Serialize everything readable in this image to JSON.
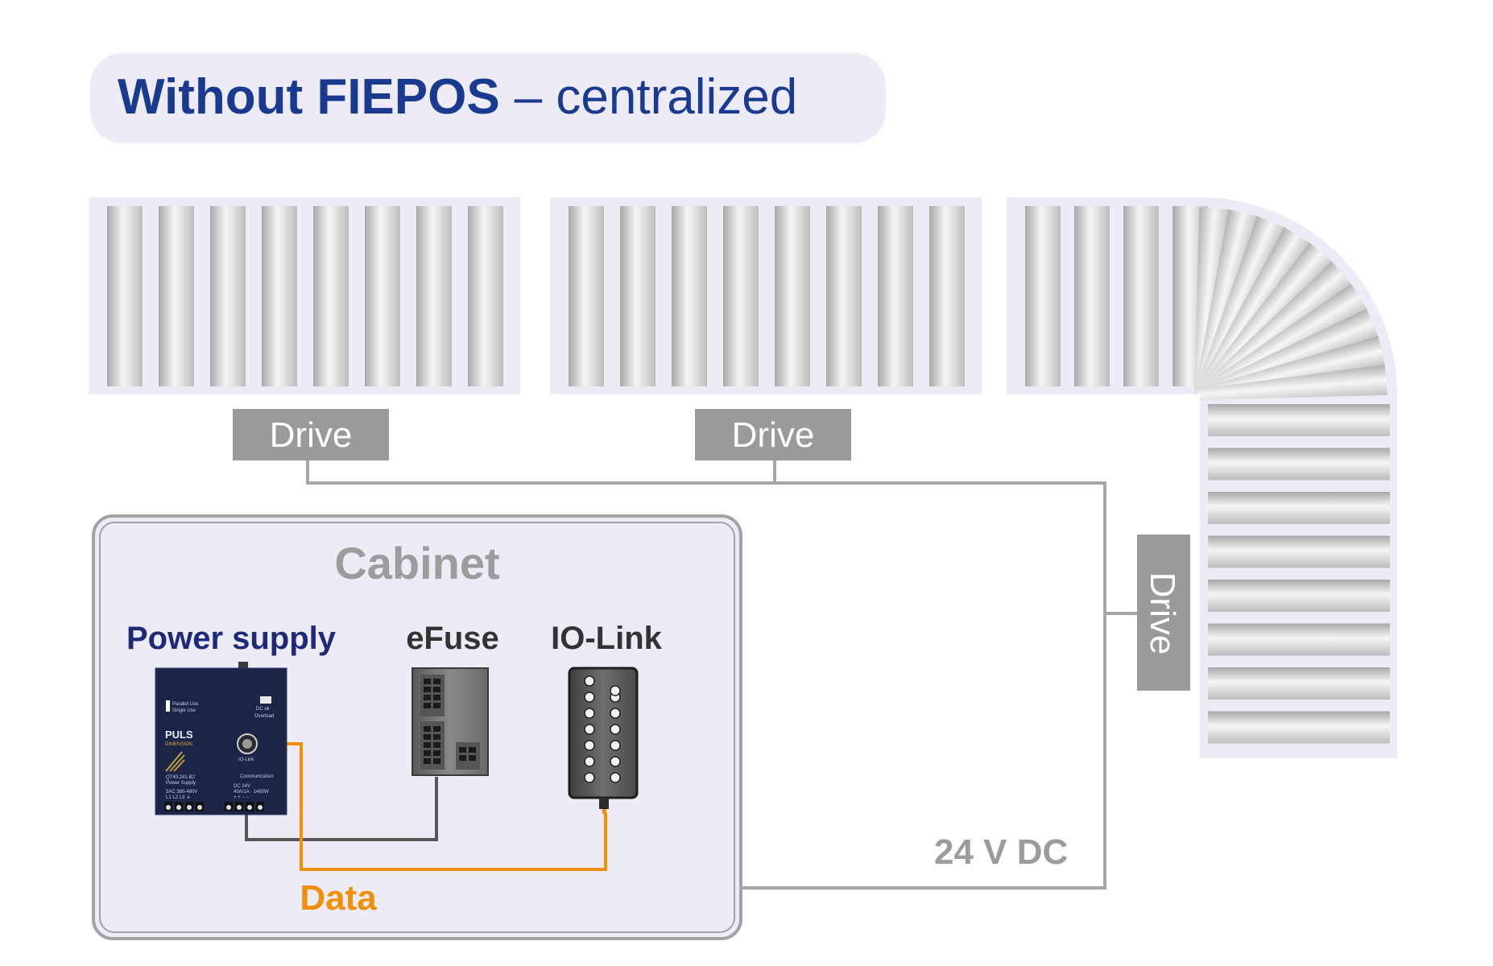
{
  "title": {
    "main": "Without FIEPOS",
    "sub": "– centralized"
  },
  "drives": [
    {
      "label": "Drive"
    },
    {
      "label": "Drive"
    },
    {
      "label": "Drive"
    }
  ],
  "cabinet": {
    "title": "Cabinet",
    "power_supply_label": "Power supply",
    "efuse_label": "eFuse",
    "iolink_label": "IO-Link",
    "data_label": "Data"
  },
  "power_supply_device": {
    "brand": "PULS",
    "sub_brand": "DIMENSION",
    "model": "QT40.241-B2",
    "type_text": "Power Supply",
    "input_text": "3AC 380-480V",
    "input_terminals": "L1  L2  L3  ⏚",
    "output_text": "DC 24V",
    "output_rating": "40A/1A · 1480W",
    "led_parallel": "Parallel Use",
    "led_single": "Single Use",
    "dc_ok": "DC ok",
    "overload": "Overload",
    "iolink": "IO-Link",
    "communication": "Communication",
    "output_terminals": "+  +  −  −"
  },
  "voltage_label": "24 V DC",
  "colors": {
    "title_text": "#1a3a8f",
    "title_bg": "#ecebf6",
    "drive_box": "#9a9a9a",
    "data_line": "#f0900a",
    "power_line": "#a6a6a6",
    "cabinet_border": "#a3a3a3",
    "cabinet_bg": "#ecebf6",
    "power_supply_label": "#1e2a78"
  }
}
